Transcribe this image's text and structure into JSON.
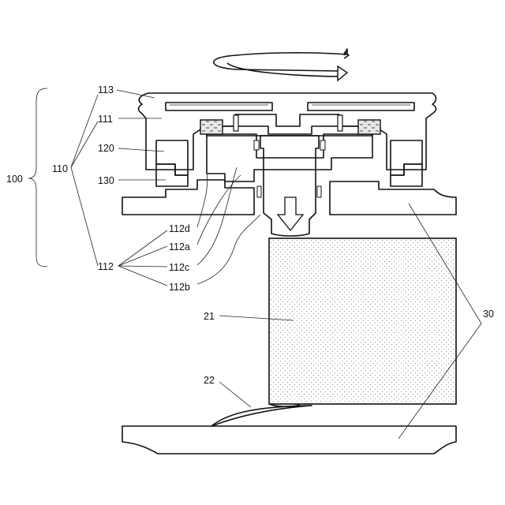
{
  "labels": {
    "l100": "100",
    "l110": "110",
    "l111": "111",
    "l112": "112",
    "l112a": "112a",
    "l112b": "112b",
    "l112c": "112c",
    "l112d": "112d",
    "l113": "113",
    "l120": "120",
    "l130": "130",
    "l21": "21",
    "l22": "22",
    "l30": "30"
  },
  "colors": {
    "dark_cap": "#8f8f8f",
    "gray_body": "#c4c4c4",
    "dots": "#777777",
    "outline": "#111111"
  },
  "icons": {
    "rotation": "rotation-arrow-icon",
    "downward": "down-arrow-icon"
  }
}
